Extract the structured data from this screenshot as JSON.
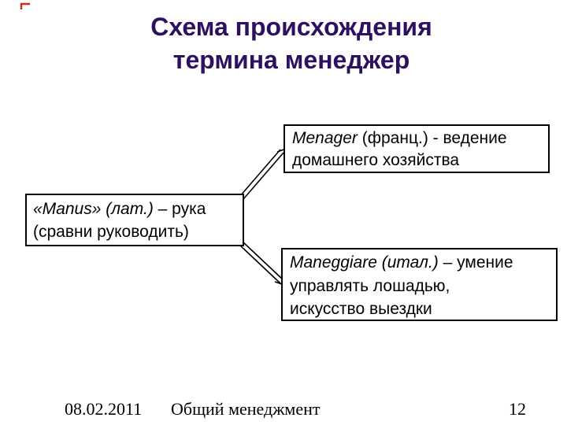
{
  "title": {
    "line1": "Схема происхождения",
    "line2": "термина менеджер"
  },
  "boxes": {
    "manus": {
      "term": "«Manus» (лат.)",
      "after": " – рука",
      "line2": "(сравни руководить)"
    },
    "menager": {
      "term": "Menager",
      "after": " (франц.) - ведение",
      "line2": "домашнего хозяйства"
    },
    "maneggiare": {
      "term": "Maneggiare (итал.)",
      "after": " – умение",
      "line2": "управлять лошадью,",
      "line3": "искусство выездки"
    }
  },
  "footer": {
    "date": "08.02.2011",
    "course": "Общий менеджмент",
    "page": "12"
  },
  "icons": {
    "corner_mark": "red-corner-mark"
  },
  "colors": {
    "background": "#ffffff",
    "title_text": "#2e1060",
    "body_text": "#000000",
    "box_border": "#000000",
    "arrow": "#000000",
    "corner_mark": "#cc2a1a"
  }
}
